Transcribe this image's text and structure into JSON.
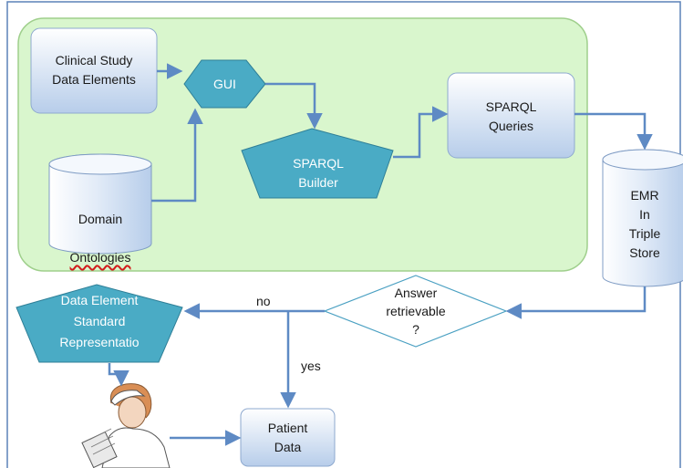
{
  "diagram": {
    "nodes": {
      "clinical_study": {
        "label": "Clinical Study\nData Elements"
      },
      "gui": {
        "label": "GUI"
      },
      "domain_ontologies": {
        "label_line1": "Domain",
        "label_line2": "Ontologies"
      },
      "sparql_builder": {
        "label": "SPARQL\nBuilder"
      },
      "sparql_queries": {
        "label": "SPARQL\nQueries"
      },
      "emr_triple_store": {
        "label": "EMR\nIn\nTriple\nStore"
      },
      "answer_retrievable": {
        "label": "Answer\nretrievable\n?"
      },
      "data_element_standard": {
        "label": "Data Element\nStandard\nRepresentatio"
      },
      "patient_data": {
        "label": "Patient\nData"
      }
    },
    "edge_labels": {
      "no": "no",
      "yes": "yes"
    },
    "colors": {
      "frame_border": "#5b82b8",
      "group_fill": "#d9f6cd",
      "group_border": "#9fcf8c",
      "box_fill_top": "#ffffff",
      "box_fill_bottom": "#b7cdea",
      "teal_fill": "#4aabc5",
      "teal_border": "#2f7f97",
      "arrow": "#5e8ac4"
    }
  }
}
